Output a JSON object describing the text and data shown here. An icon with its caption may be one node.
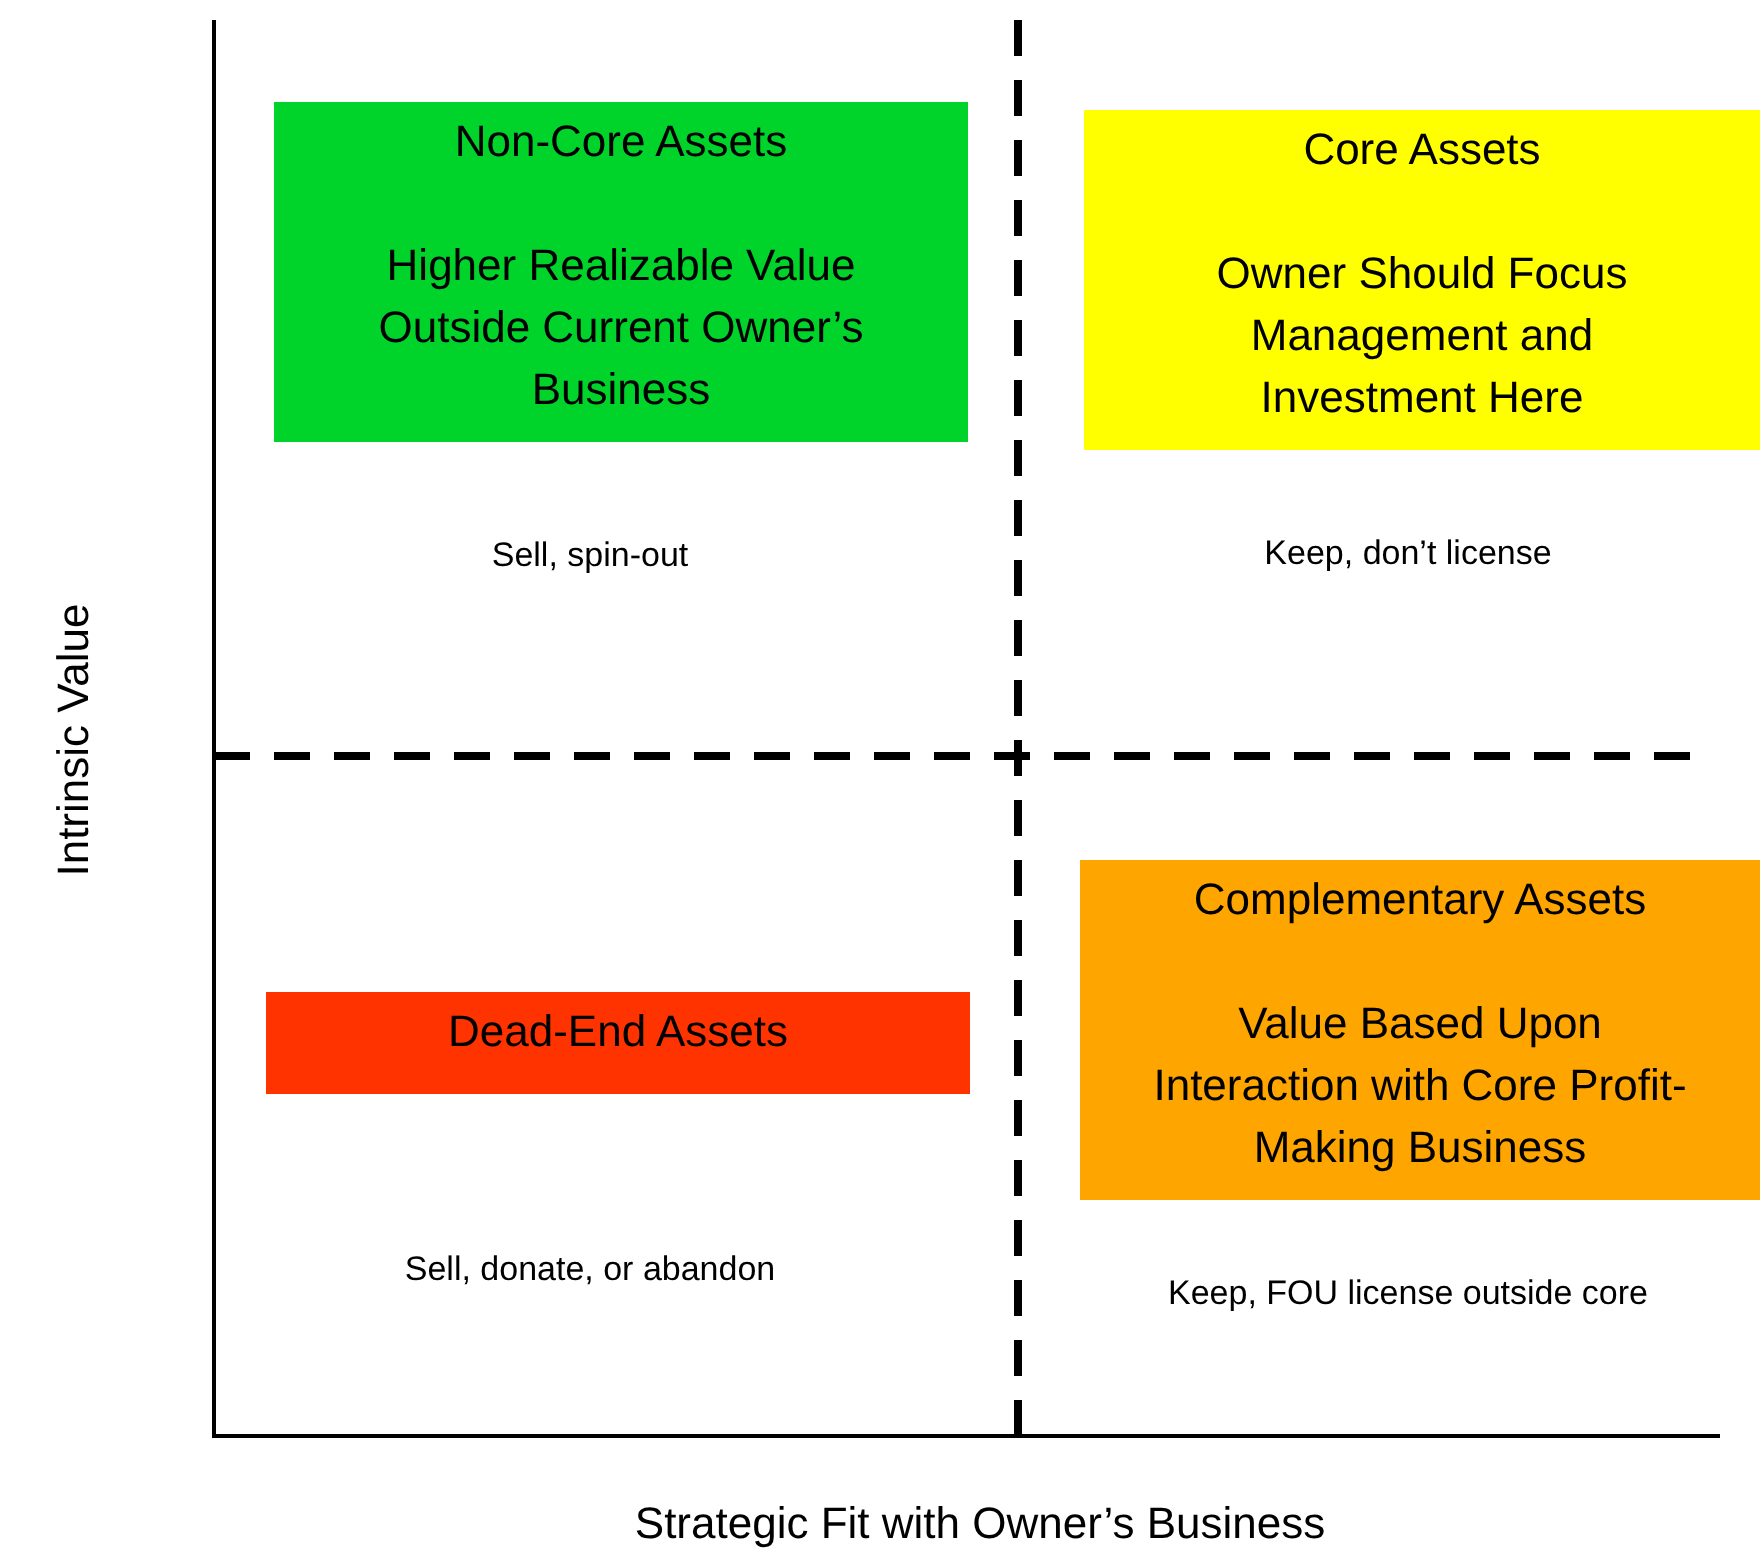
{
  "diagram": {
    "nodes": [
      {
        "text": [
          "Non-Core Assets",
          "Higher Realizable Value Outside Current Owner’s Business"
        ]
      },
      {
        "text": [
          "Core Assets",
          "Owner Should Focus Management and Investment Here"
        ]
      },
      {
        "text": [
          "Dead-End Assets"
        ]
      },
      {
        "text": [
          "Complementary Assets",
          "Value Based Upon Interaction with Core Profit-Making Business"
        ]
      }
    ],
    "edges": [],
    "labels": [
      "Sell, spin-out",
      "Keep, don’t license",
      "Sell, donate, or abandon",
      "Keep, FOU license outside core",
      "Intrinsic Value",
      "Strategic Fit with Owner’s Business"
    ]
  }
}
